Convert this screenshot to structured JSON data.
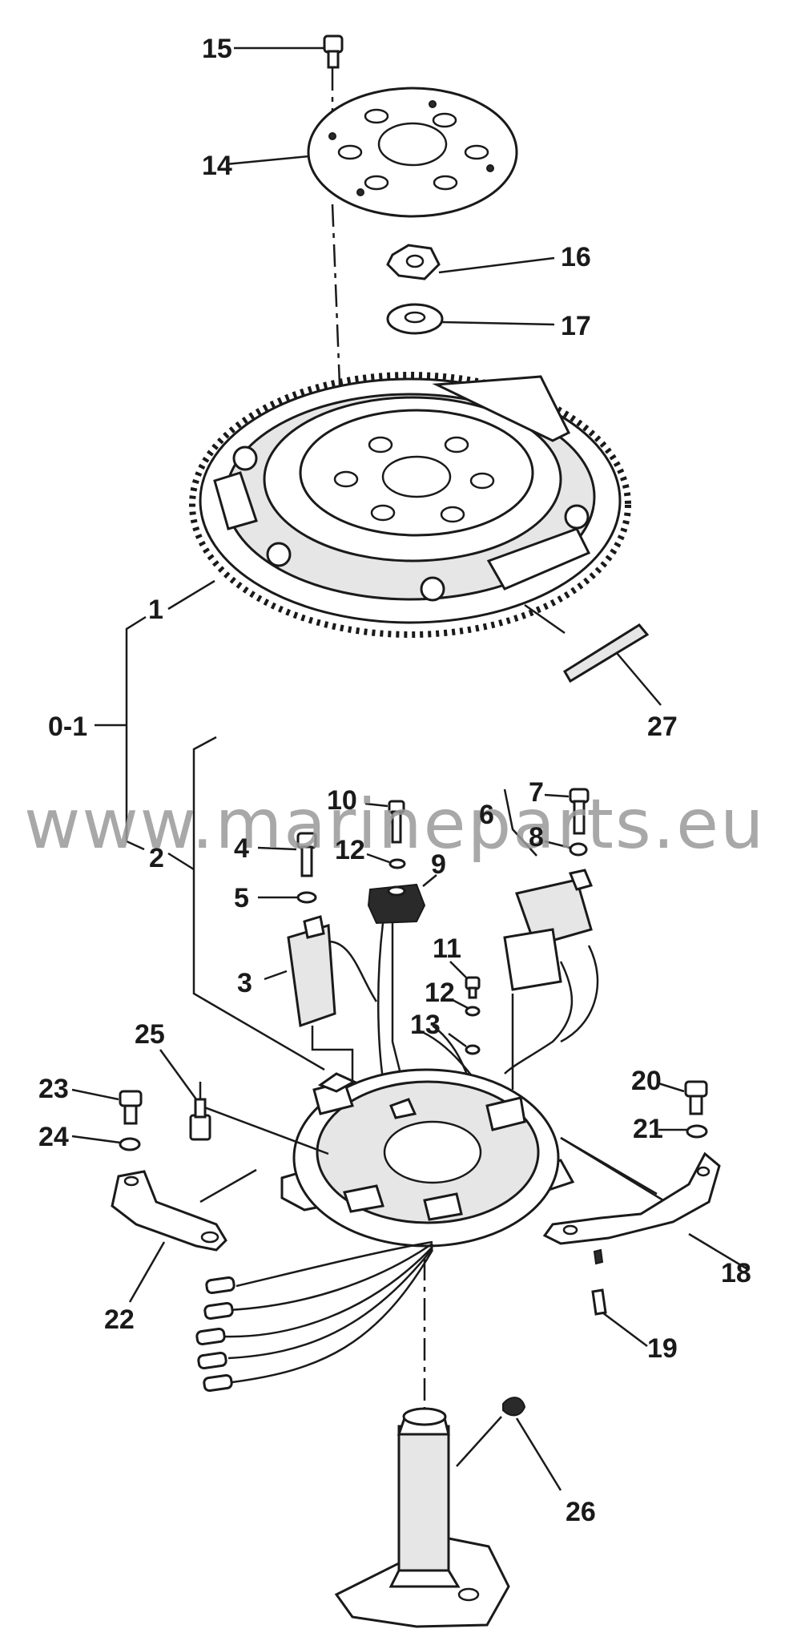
{
  "watermark": "www.marineparts.eu",
  "labels": {
    "p1": "1",
    "p2": "2",
    "p3": "3",
    "p4": "4",
    "p5": "5",
    "p6": "6",
    "p7": "7",
    "p8": "8",
    "p9": "9",
    "p10": "10",
    "p11": "11",
    "p12a": "12",
    "p12b": "12",
    "p13": "13",
    "p14": "14",
    "p15": "15",
    "p16": "16",
    "p17": "17",
    "p18": "18",
    "p19": "19",
    "p20": "20",
    "p21": "21",
    "p22": "22",
    "p23": "23",
    "p24": "24",
    "p25": "25",
    "p26": "26",
    "p27": "27",
    "p01": "0-1"
  }
}
